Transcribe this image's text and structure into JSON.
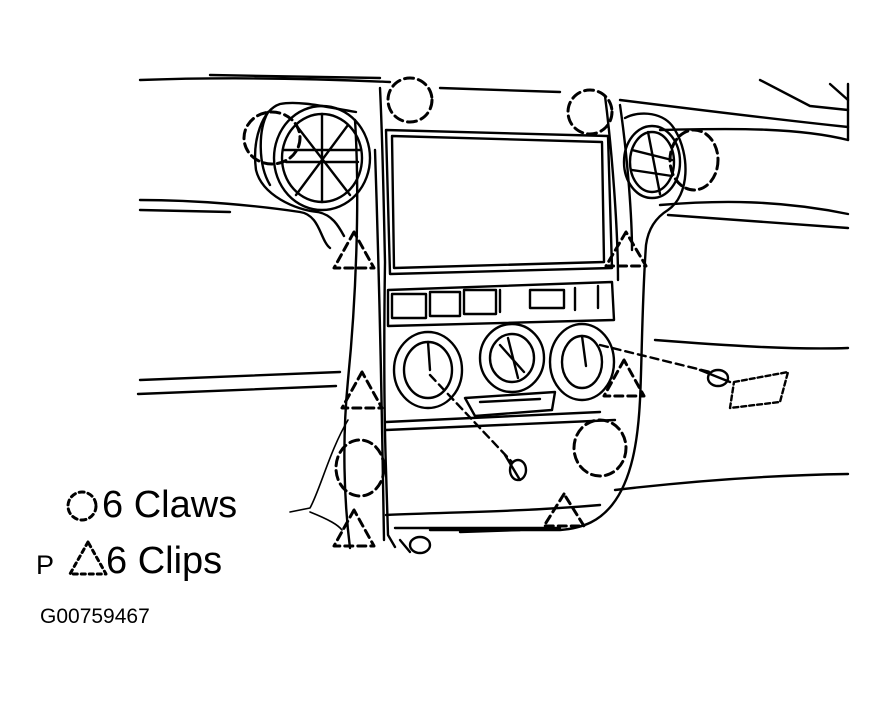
{
  "legend": {
    "claws": {
      "symbol": "dashed-circle-icon",
      "count_label": "6 Claws"
    },
    "clips": {
      "prefix": "P",
      "symbol": "dashed-triangle-icon",
      "count_label": "6 Clips"
    }
  },
  "figure_code": "G00759467",
  "colors": {
    "ink": "#000000",
    "background": "#ffffff"
  }
}
